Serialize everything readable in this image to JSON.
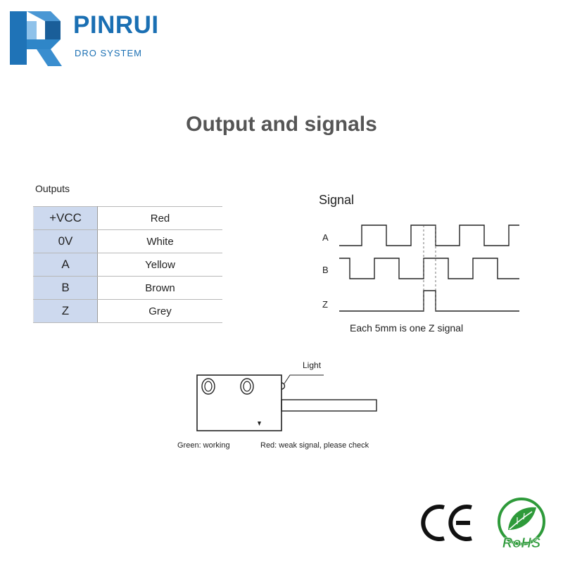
{
  "brand": {
    "name": "PINRUI",
    "tagline": "DRO SYSTEM"
  },
  "title": "Output and signals",
  "outputs": {
    "label": "Outputs",
    "rows": [
      {
        "signal": "+VCC",
        "color": "Red"
      },
      {
        "signal": "0V",
        "color": "White"
      },
      {
        "signal": "A",
        "color": "Yellow"
      },
      {
        "signal": "B",
        "color": "Brown"
      },
      {
        "signal": "Z",
        "color": "Grey"
      }
    ]
  },
  "signal": {
    "label": "Signal",
    "channels": [
      "A",
      "B",
      "Z"
    ],
    "caption": "Each 5mm is one Z signal"
  },
  "sensor": {
    "light_label": "Light",
    "status_green": "Green: working",
    "status_red": "Red: weak signal, please  check"
  },
  "certifications": {
    "rohs": "RoHS"
  },
  "colors": {
    "brand_blue": "#1a6fb3",
    "table_header_bg": "#cdd9ee",
    "rohs_green": "#2e9a3a"
  }
}
